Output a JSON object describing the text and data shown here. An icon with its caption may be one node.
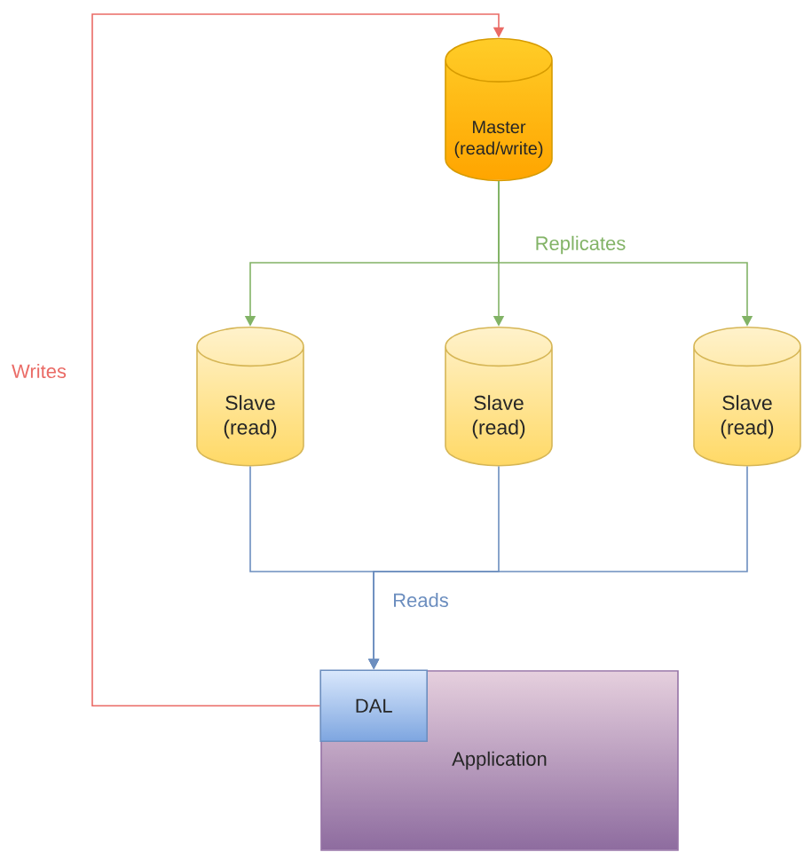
{
  "diagram": {
    "nodes": [
      {
        "text": [
          "Master (read/write)"
        ]
      },
      {
        "text": [
          "Slave (read)"
        ]
      },
      {
        "text": [
          "Slave (read)"
        ]
      },
      {
        "text": [
          "Slave (read)"
        ]
      },
      {
        "text": [
          "Application"
        ]
      },
      {
        "text": [
          "DAL"
        ],
        "in": 4
      }
    ],
    "edges": [
      {
        "from": 0,
        "to": 1,
        "arrow": "to",
        "color": "#82b366"
      },
      {
        "from": 0,
        "to": 2,
        "arrow": "to",
        "color": "#82b366"
      },
      {
        "from": 0,
        "to": 3,
        "arrow": "to",
        "color": "#82b366",
        "label": "Replicates"
      },
      {
        "from": 1,
        "to": 5,
        "arrow": "to",
        "color": "#6c8ebf"
      },
      {
        "from": 2,
        "to": 5,
        "arrow": "to",
        "color": "#6c8ebf",
        "label": "Reads"
      },
      {
        "from": 3,
        "to": 5,
        "arrow": "to",
        "color": "#6c8ebf"
      },
      {
        "from": 5,
        "to": 0,
        "arrow": "to",
        "color": "#ea6b66",
        "label": "Writes"
      }
    ]
  }
}
